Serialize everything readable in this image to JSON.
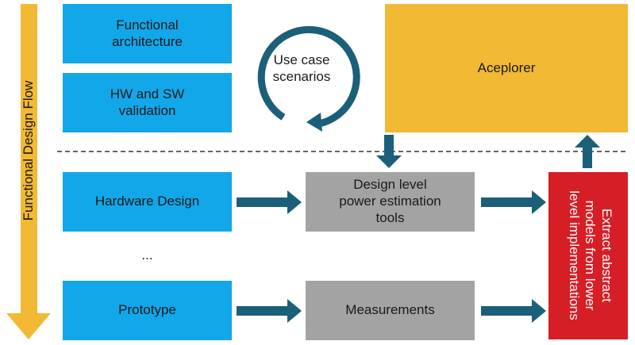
{
  "flow_label": "Functional Design Flow",
  "use_case": [
    "Use case",
    "scenarios"
  ],
  "boxes": {
    "functional_architecture": [
      "Functional",
      "architecture"
    ],
    "hw_sw_validation": [
      "HW and SW",
      "validation"
    ],
    "hardware_design": "Hardware Design",
    "ellipsis": "...",
    "prototype": "Prototype",
    "design_level_tools": [
      "Design level",
      "power estimation",
      "tools"
    ],
    "measurements": "Measurements",
    "aceplorer": "Aceplorer",
    "extract_models": [
      "Extract abstract",
      "models from lower",
      "level implementations"
    ]
  },
  "colors": {
    "blue": "#12a7e9",
    "gray": "#a3a3a3",
    "yellow": "#f2b934",
    "red": "#d61e26",
    "arrow": "#1b5f79",
    "flow_arrow": "#f2b934"
  }
}
